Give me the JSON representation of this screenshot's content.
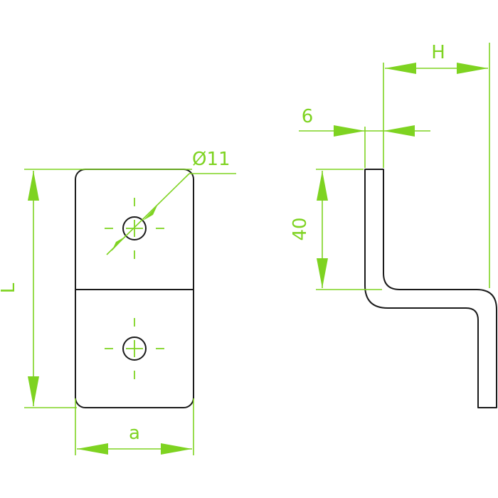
{
  "diagram": {
    "labels": {
      "hole_diameter": "Ø11",
      "length": "L",
      "width": "a",
      "offset_height": "H",
      "thickness": "6",
      "upper_leg": "40"
    },
    "colors": {
      "outline": "#1a1a1a",
      "dimension": "#7ed321",
      "background": "#ffffff"
    }
  }
}
